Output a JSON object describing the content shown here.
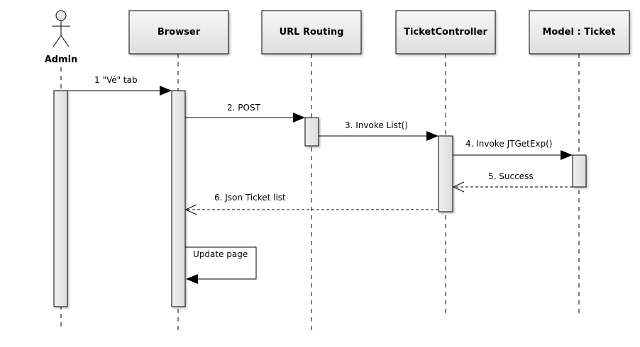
{
  "actor": {
    "label": "Admin"
  },
  "participants": [
    {
      "id": "browser",
      "label": "Browser"
    },
    {
      "id": "routing",
      "label": "URL Routing"
    },
    {
      "id": "controller",
      "label": "TicketController"
    },
    {
      "id": "model",
      "label": "Model : Ticket"
    }
  ],
  "messages": [
    {
      "label": "1 \"Vé\" tab",
      "kind": "sync"
    },
    {
      "label": "2. POST",
      "kind": "sync"
    },
    {
      "label": "3. Invoke List()",
      "kind": "sync"
    },
    {
      "label": "4. Invoke JTGetExp()",
      "kind": "sync"
    },
    {
      "label": "5. Success",
      "kind": "return"
    },
    {
      "label": "6. Json Ticket list",
      "kind": "return"
    },
    {
      "label": "Update page",
      "kind": "self"
    }
  ]
}
